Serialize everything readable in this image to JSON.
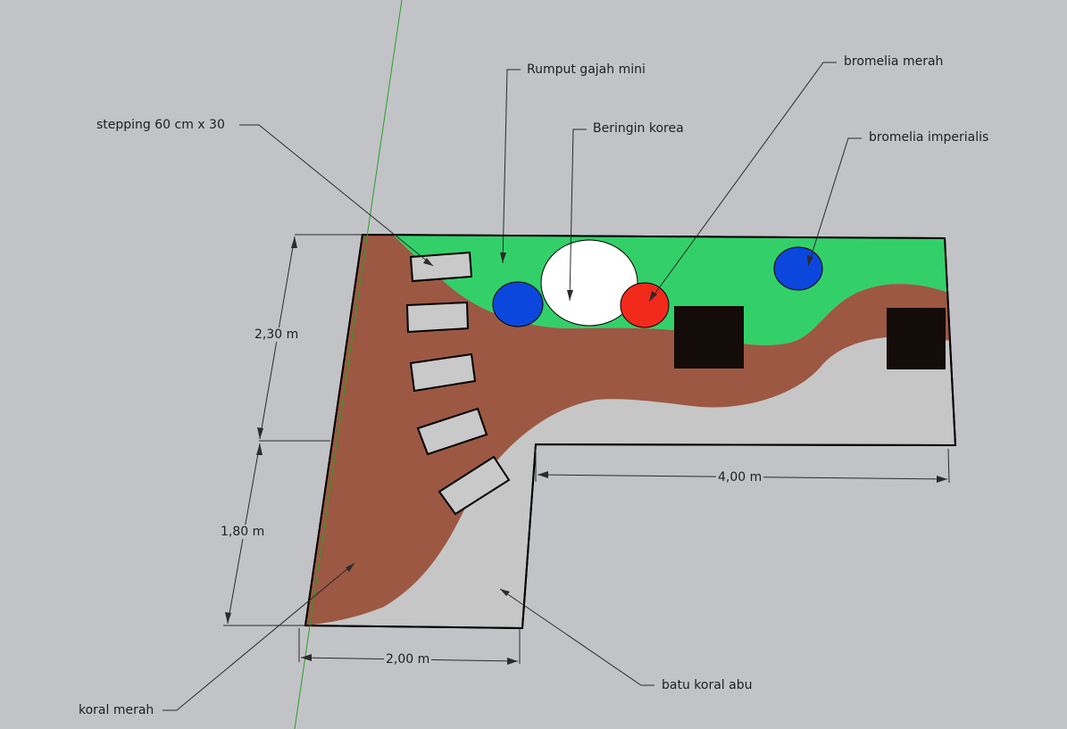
{
  "labels": {
    "stepping": "stepping 60 cm x 30",
    "rumput": "Rumput gajah mini",
    "beringin": "Beringin korea",
    "bromelia_merah": "bromelia merah",
    "bromelia_imperialis": "bromelia imperialis",
    "koral_merah": "koral merah",
    "batu_koral_abu": "batu koral abu"
  },
  "dimensions": {
    "top_height": "2,30 m",
    "bottom_height": "1,80 m",
    "bottom_width": "2,00 m",
    "right_width": "4,00 m"
  },
  "colors": {
    "background": "#c2c3c7",
    "grass": "#33d06a",
    "koral_merah": "#9c5843",
    "batu_koral_abu": "#c6c6c6",
    "stepping": "#c9c9c9",
    "bromelia_imperialis": "#0c47dd",
    "bromelia_merah": "#f22a1c",
    "beringin": "#ffffff",
    "block": "#140c08"
  }
}
